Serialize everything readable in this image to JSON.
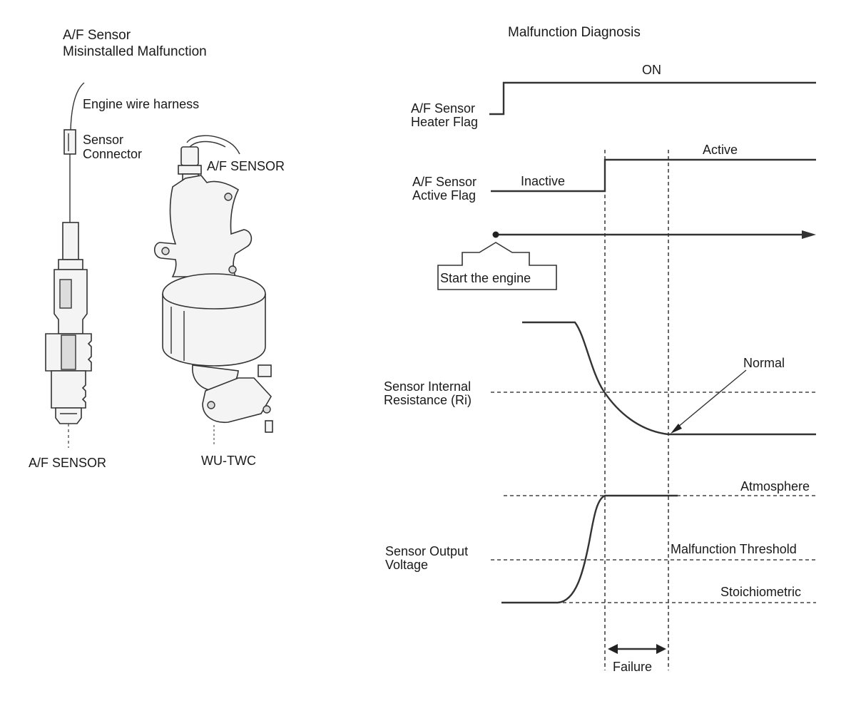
{
  "left_panel": {
    "title_line1": "A/F Sensor",
    "title_line2": "Misinstalled Malfunction",
    "engine_wire_harness": "Engine wire harness",
    "sensor_connector_line1": "Sensor",
    "sensor_connector_line2": "Connector",
    "af_sensor_on_twc": "A/F SENSOR",
    "af_sensor_bottom": "A/F SENSOR",
    "twc_label": "WU-TWC"
  },
  "right_panel": {
    "title": "Malfunction Diagnosis",
    "heater_flag": {
      "label_line1": "A/F Sensor",
      "label_line2": "Heater Flag",
      "state": "ON"
    },
    "active_flag": {
      "label_line1": "A/F Sensor",
      "label_line2": "Active Flag",
      "state_before": "Inactive",
      "state_after": "Active"
    },
    "start_engine": "Start the engine",
    "resistance": {
      "label_line1": "Sensor Internal",
      "label_line2": "Resistance (Ri)",
      "normal": "Normal"
    },
    "output_voltage": {
      "label_line1": "Sensor Output",
      "label_line2": "Voltage",
      "atmosphere": "Atmosphere",
      "threshold": "Malfunction Threshold",
      "stoichiometric": "Stoichiometric"
    },
    "failure": "Failure"
  },
  "colors": {
    "ink": "#333333",
    "part_fill": "#f4f4f4",
    "part_shade": "#dcdcdc"
  }
}
